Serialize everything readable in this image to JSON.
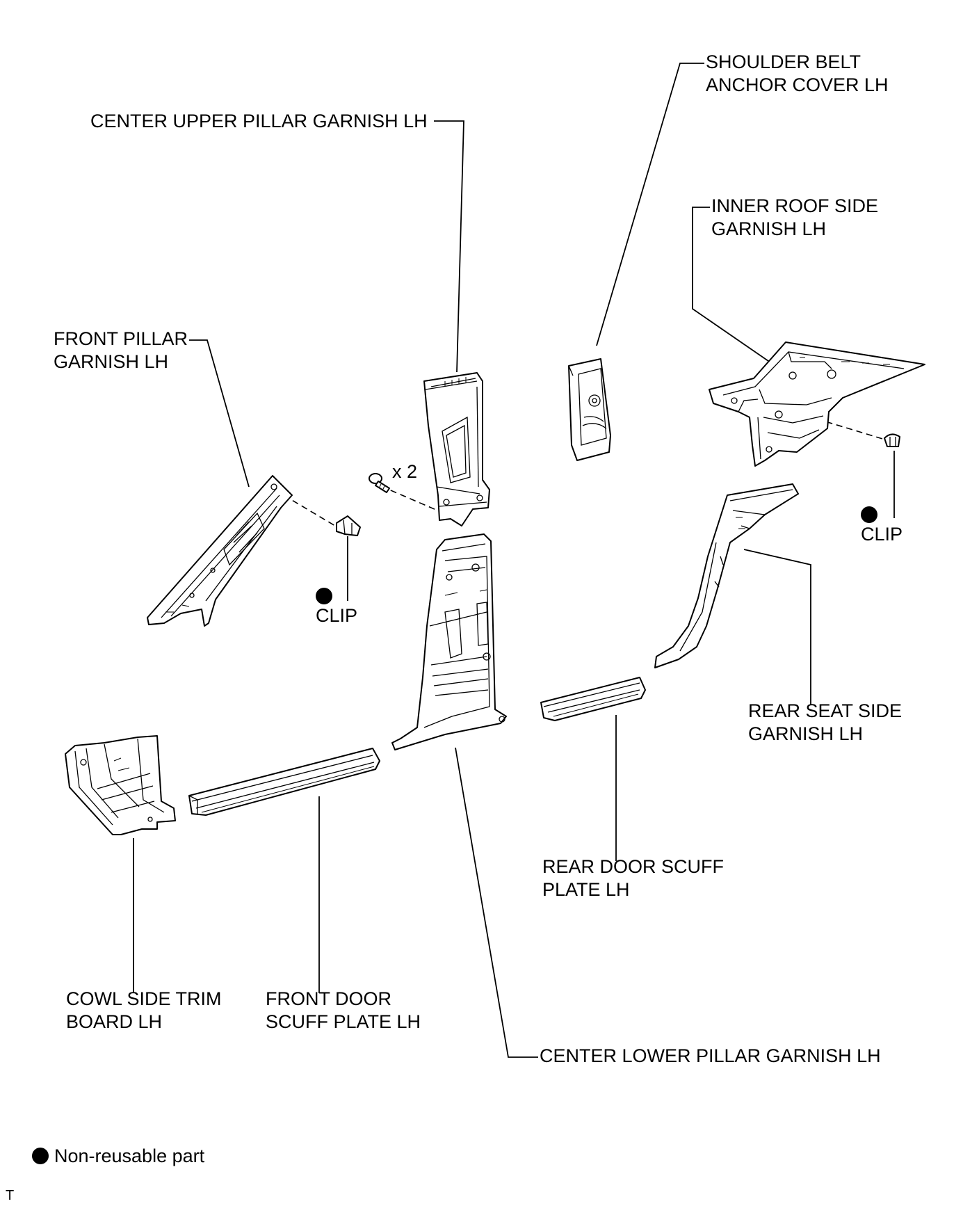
{
  "labels": {
    "shoulder_belt_anchor_cover": [
      "SHOULDER BELT",
      "ANCHOR COVER LH"
    ],
    "center_upper_pillar_garnish": [
      "CENTER UPPER PILLAR GARNISH LH"
    ],
    "inner_roof_side_garnish": [
      "INNER ROOF SIDE",
      "GARNISH LH"
    ],
    "front_pillar_garnish": [
      "FRONT PILLAR",
      "GARNISH LH"
    ],
    "clip_front": "CLIP",
    "clip_rear": "CLIP",
    "bolt_qty": "x 2",
    "rear_seat_side_garnish": [
      "REAR SEAT SIDE",
      "GARNISH LH"
    ],
    "rear_door_scuff_plate": [
      "REAR DOOR SCUFF",
      "PLATE LH"
    ],
    "cowl_side_trim_board": [
      "COWL SIDE TRIM",
      "BOARD LH"
    ],
    "front_door_scuff_plate": [
      "FRONT DOOR",
      "SCUFF PLATE LH"
    ],
    "center_lower_pillar_garnish": [
      "CENTER LOWER PILLAR GARNISH LH"
    ]
  },
  "legend": {
    "symbol": "filled-circle-icon",
    "text": "Non-reusable part"
  },
  "footer_code": "T"
}
